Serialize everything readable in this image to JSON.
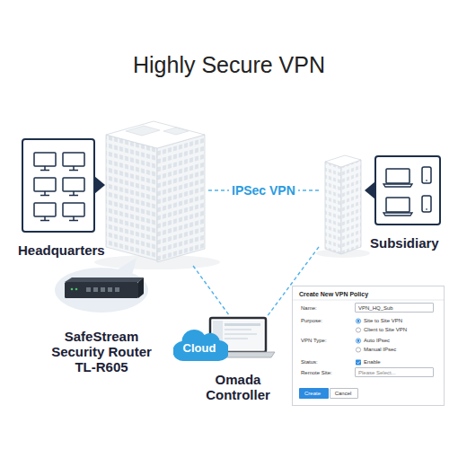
{
  "diagram": {
    "title": "Highly Secure VPN",
    "nodes": [
      {
        "text": [
          "Headquarters"
        ]
      },
      {
        "text": [
          "Subsidiary"
        ]
      },
      {
        "text": [
          "SafeStream Security Router TL-R605"
        ]
      },
      {
        "text": [
          "Cloud"
        ]
      },
      {
        "text": [
          "Omada Controller"
        ]
      },
      {
        "text": [
          "Create New VPN Policy",
          "Name:",
          "Purpose:",
          "Site to Site VPN",
          "Client to Site VPN",
          "VPN Type:",
          "Auto IPsec",
          "Manual IPsec",
          "Status:",
          "Enable",
          "Remote Site:"
        ]
      },
      {
        "text": [
          "VPN_HQ_Sub"
        ],
        "in": 5
      },
      {
        "text": [
          "Please Select..."
        ],
        "in": 5
      },
      {
        "text": [
          "Create"
        ],
        "in": 5
      },
      {
        "text": [
          "Cancel"
        ],
        "in": 5
      }
    ],
    "edges": [
      {
        "from": 0,
        "to": 1,
        "label": "IPSec VPN",
        "arrow": "none"
      },
      {
        "from": 0,
        "to": 4,
        "arrow": "none"
      },
      {
        "from": 1,
        "to": 4,
        "arrow": "none"
      }
    ]
  }
}
